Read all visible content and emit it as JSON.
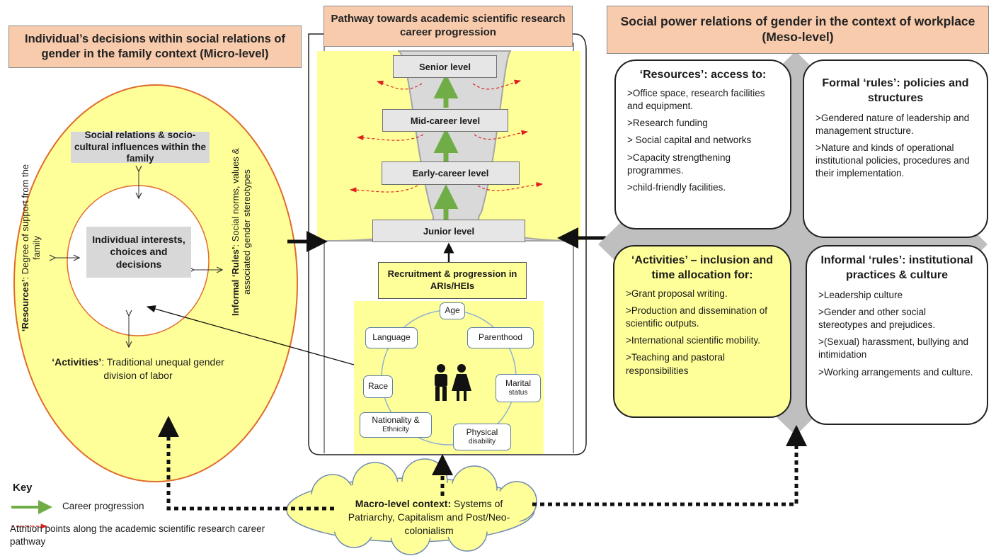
{
  "left": {
    "header": "Individual’s decisions within social relations of gender in the family context (Micro-level)",
    "social_relations": "Social relations & socio-cultural influences within the family",
    "individual": "Individual interests, choices and decisions",
    "resources_q": "‘Resources’",
    "resources_rest": ": Degree of support from the family",
    "rules_q": "Informal ‘Rules’",
    "rules_rest": ": Social norms, values & associated gender stereotypes",
    "activities_q": "‘Activities’",
    "activities_rest": ": Traditional unequal gender division of labor"
  },
  "center": {
    "header": "Pathway towards academic scientific research career progression",
    "levels": [
      "Senior level",
      "Mid-career level",
      "Early-career level",
      "Junior level"
    ],
    "recruitment": "Recruitment & progression in ARIs/HEIs",
    "tags": {
      "age": "Age",
      "language": "Language",
      "parenthood": "Parenthood",
      "marital_1": "Marital",
      "marital_2": "status",
      "race": "Race",
      "nationality_1": "Nationality &",
      "nationality_2": "Ethnicity",
      "physical_1": "Physical",
      "physical_2": "disability"
    }
  },
  "right": {
    "header": "Social power relations of gender in the context of workplace (Meso-level)",
    "resources": {
      "title": "‘Resources’: access to:",
      "items": [
        ">Office space, research facilities and equipment.",
        ">Research funding",
        "> Social capital and networks",
        ">Capacity strengthening programmes.",
        ">child-friendly facilities."
      ]
    },
    "formal": {
      "title": "Formal ‘rules’: policies and structures",
      "items": [
        ">Gendered nature of leadership and management structure.",
        ">Nature and kinds of operational institutional policies, procedures and their implementation."
      ]
    },
    "activities": {
      "title": "‘Activities’ – inclusion and time allocation for:",
      "items": [
        ">Grant proposal writing.",
        ">Production and dissemination of scientific outputs.",
        ">International scientific mobility.",
        ">Teaching and pastoral responsibilities"
      ]
    },
    "informal": {
      "title": "Informal ‘rules’: institutional practices & culture",
      "items": [
        ">Leadership culture",
        ">Gender and other social stereotypes and prejudices.",
        ">(Sexual) harassment, bullying and intimidation",
        ">Working arrangements and culture."
      ]
    }
  },
  "macro": {
    "bold": "Macro-level context:",
    "rest": " Systems of Patriarchy, Capitalism and Post/Neo-colonialism"
  },
  "key": {
    "title": "Key",
    "career": "Career progression",
    "attrition": "Attrition points along the academic scientific research career pathway"
  },
  "colors": {
    "header_fill": "#f8cbad",
    "yellow_fill": "#ffff99",
    "ring_stroke": "#e06c2c",
    "green_arrow": "#70ad47",
    "red_dash": "#e02020",
    "diamond_gray": "#bfbfbf"
  }
}
